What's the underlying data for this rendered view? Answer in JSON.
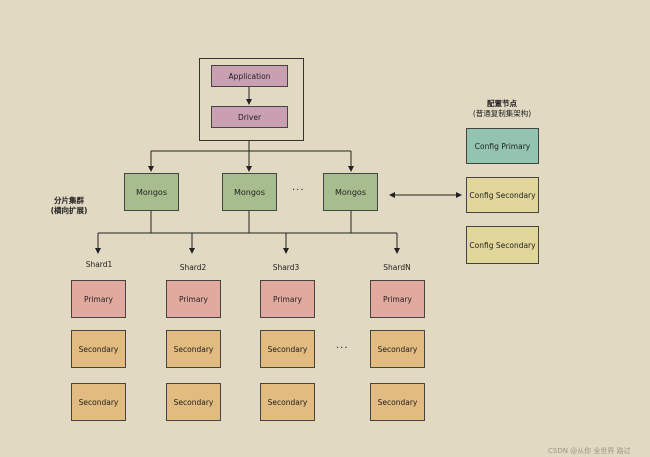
{
  "top": {
    "application": "Application",
    "driver": "Driver"
  },
  "mongos": {
    "label": "Mongos",
    "ellipsis": "···"
  },
  "config": {
    "title": "配置节点",
    "subtitle": "(普通复制集架构)",
    "primary": "Config Primary",
    "secondary": "Config Secondary"
  },
  "cluster": {
    "title": "分片集群",
    "subtitle": "(横向扩展)"
  },
  "shards": [
    {
      "name": "Shard1",
      "primary": "Primary",
      "secondary": "Secondary"
    },
    {
      "name": "Shard2",
      "primary": "Primary",
      "secondary": "Secondary"
    },
    {
      "name": "Shard3",
      "primary": "Primary",
      "secondary": "Secondary"
    },
    {
      "name": "ShardN",
      "primary": "Primary",
      "secondary": "Secondary"
    }
  ],
  "shard_ellipsis": "···",
  "watermark": "CSDN @从你 全世界 路过"
}
